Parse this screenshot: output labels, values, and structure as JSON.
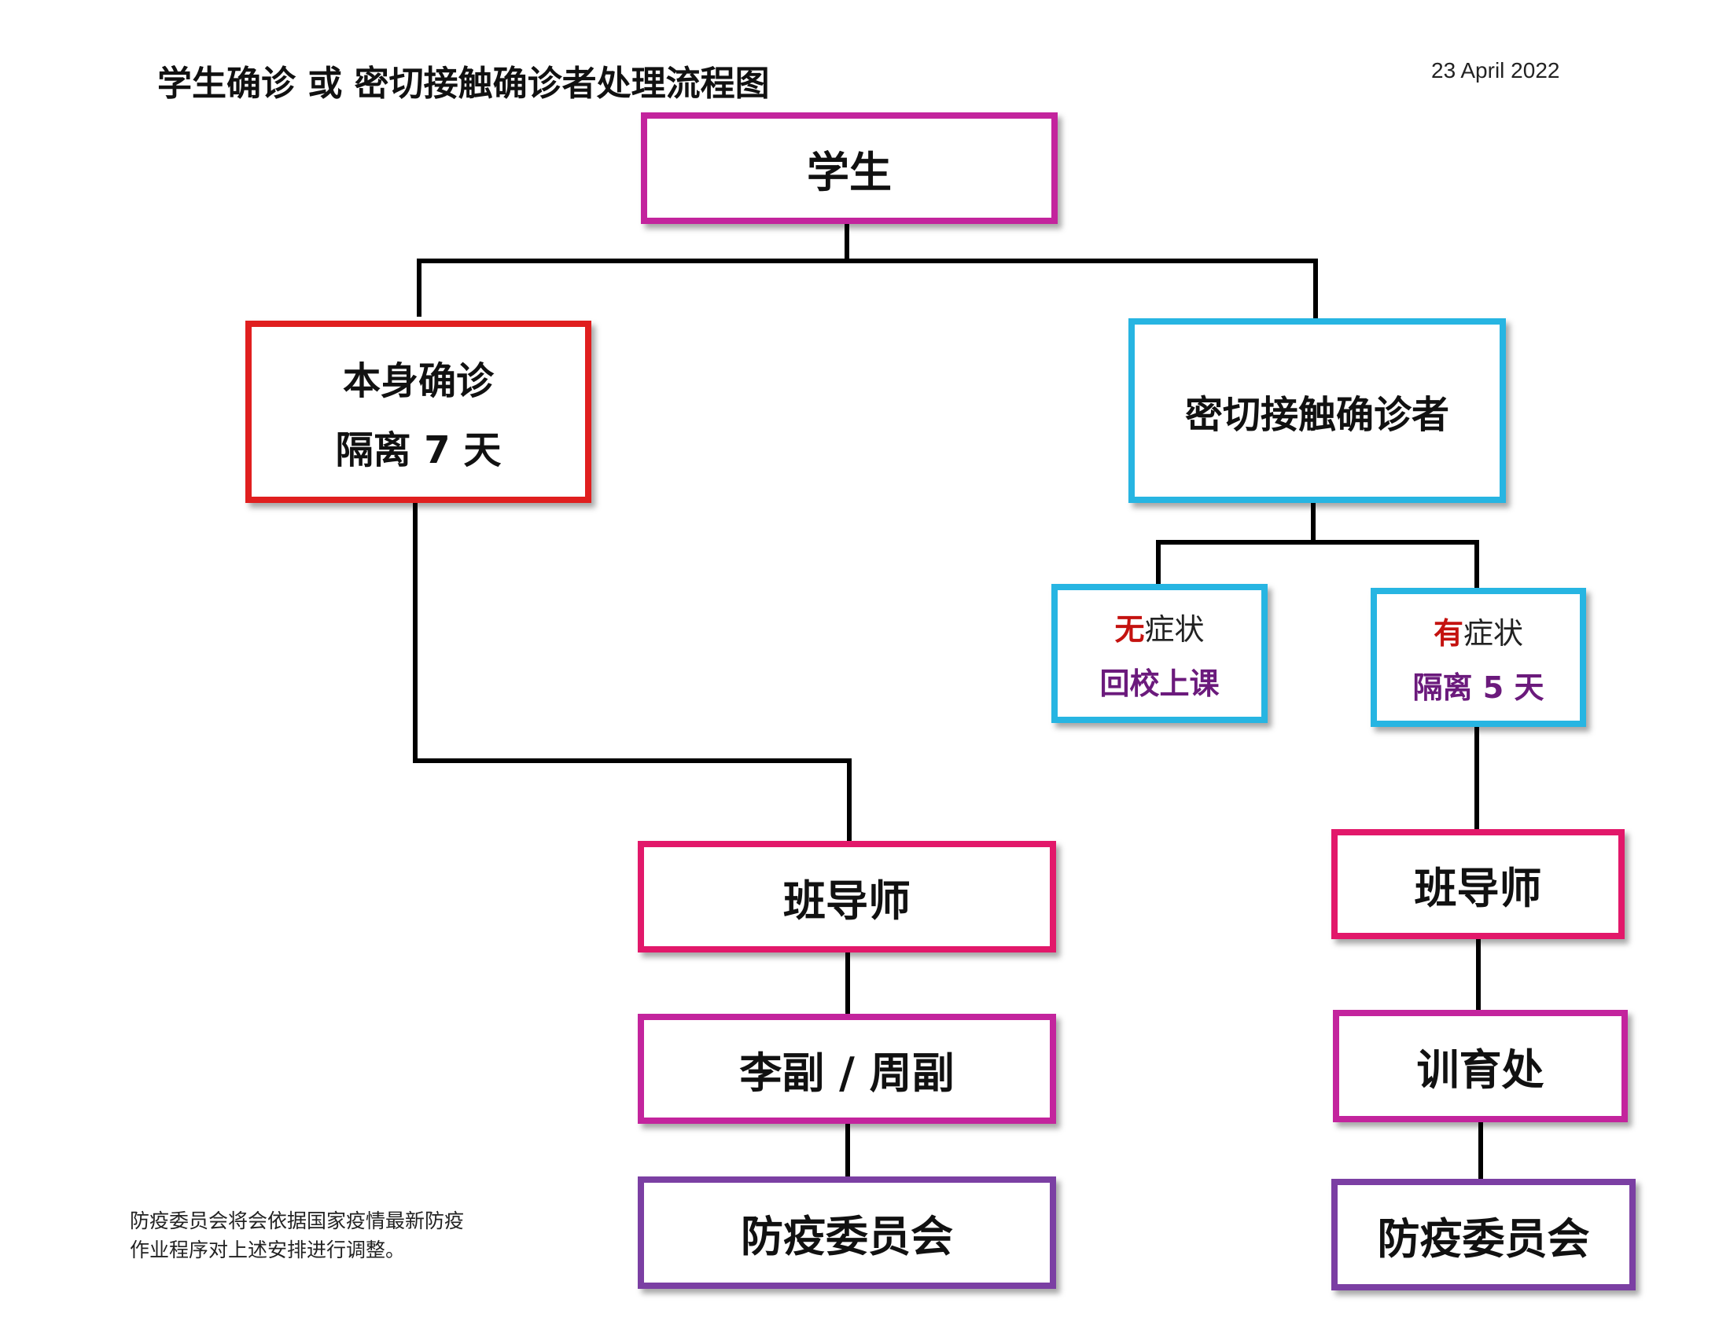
{
  "header": {
    "title": "学生确诊 或 密切接触确诊者处理流程图",
    "date": "23 April 2022"
  },
  "nodes": {
    "student": {
      "label": "学生"
    },
    "confirmed": {
      "line1": "本身确诊",
      "line2": "隔离 7 天"
    },
    "close_contact": {
      "label": "密切接触确诊者"
    },
    "no_symptoms": {
      "prefix": "无",
      "suffix": "症状",
      "action": "回校上课"
    },
    "has_symptoms": {
      "prefix": "有",
      "suffix": "症状",
      "action": "隔离 5 天"
    },
    "left_teacher": {
      "label": "班导师"
    },
    "left_vp": {
      "label": "李副 / 周副"
    },
    "left_committee": {
      "label": "防疫委员会"
    },
    "right_teacher": {
      "label": "班导师"
    },
    "right_discipline": {
      "label": "训育处"
    },
    "right_committee": {
      "label": "防疫委员会"
    }
  },
  "footnote": {
    "line1": "防疫委员会将会依据国家疫情最新防疫",
    "line2": "作业程序对上述安排进行调整。"
  },
  "colors": {
    "magenta": "#c3249d",
    "red": "#e01f1f",
    "cyan": "#27b5e2",
    "pink": "#e2186a",
    "violet": "#7b3fa3",
    "action_text": "#6b1a7c",
    "highlight_text": "#c4120f"
  }
}
